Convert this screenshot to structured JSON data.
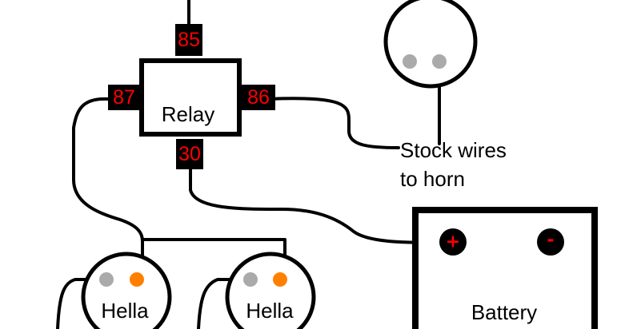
{
  "relay": {
    "label": "Relay",
    "pins": {
      "top": "85",
      "left": "87",
      "right": "86",
      "bottom": "30"
    },
    "pin_text_color": "#ff0000"
  },
  "horn": {
    "label_line1": "Stock wires",
    "label_line2": "to horn"
  },
  "battery": {
    "label": "Battery",
    "positive": "+",
    "negative": "-",
    "terminal_sign_color": "#ff0000"
  },
  "lights": [
    {
      "label": "Hella"
    },
    {
      "label": "Hella"
    }
  ],
  "colors": {
    "wire": "#000000",
    "dot_gray": "#aaaaaa",
    "dot_orange": "#ff8000"
  }
}
